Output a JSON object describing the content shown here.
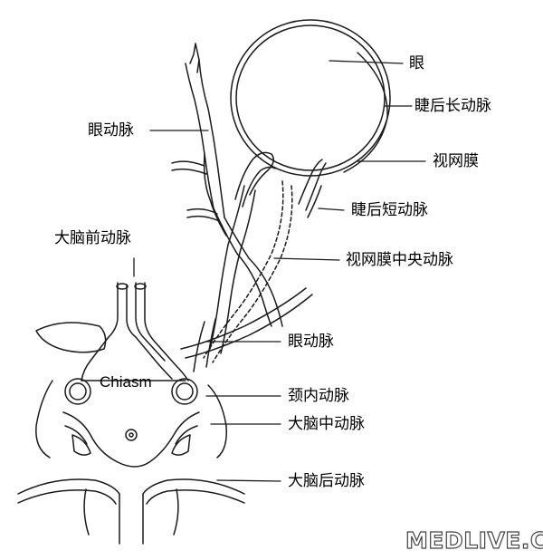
{
  "labels": {
    "eye": "眼",
    "long_posterior_ciliary": "睫后长动脉",
    "retina": "视网膜",
    "short_posterior_ciliary": "睫后短动脉",
    "central_retinal_artery": "视网膜中央动脉",
    "ophthalmic_artery_upper": "眼动脉",
    "ophthalmic_artery_lower": "眼动脉",
    "anterior_cerebral_artery": "大脑前动脉",
    "chiasm": "Chiasm",
    "internal_carotid_artery": "颈内动脉",
    "middle_cerebral_artery": "大脑中动脉",
    "posterior_cerebral_artery": "大脑后动脉"
  },
  "watermark": "MEDLIVE.CN",
  "colors": {
    "line": "#1a1a1a",
    "background": "#ffffff"
  }
}
